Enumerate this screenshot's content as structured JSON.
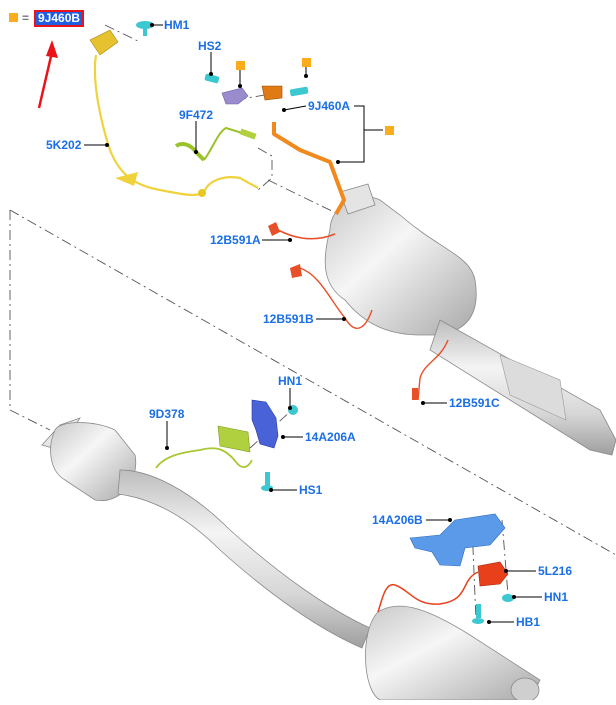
{
  "diagram": {
    "title": "Exhaust system exploded view",
    "legend": {
      "symbol": "orange-square",
      "equals": "=",
      "code": "9J460B",
      "highlight_border_color": "#e8141a",
      "highlight_fill_color": "#1f5fe0"
    },
    "colors": {
      "label": "#1a6ee6",
      "marker": "#fbac1c",
      "arrow": "#e8141a",
      "leader": "#000000"
    },
    "labels": [
      {
        "id": "HM1",
        "text": "HM1"
      },
      {
        "id": "HS2",
        "text": "HS2"
      },
      {
        "id": "9J460A",
        "text": "9J460A"
      },
      {
        "id": "9F472",
        "text": "9F472"
      },
      {
        "id": "5K202",
        "text": "5K202"
      },
      {
        "id": "12B591A",
        "text": "12B591A"
      },
      {
        "id": "12B591B",
        "text": "12B591B"
      },
      {
        "id": "12B591C",
        "text": "12B591C"
      },
      {
        "id": "HN1_a",
        "text": "HN1"
      },
      {
        "id": "9D378",
        "text": "9D378"
      },
      {
        "id": "14A206A",
        "text": "14A206A"
      },
      {
        "id": "HS1",
        "text": "HS1"
      },
      {
        "id": "14A206B",
        "text": "14A206B"
      },
      {
        "id": "5L216",
        "text": "5L216"
      },
      {
        "id": "HN1_b",
        "text": "HN1"
      },
      {
        "id": "HB1",
        "text": "HB1"
      }
    ],
    "parts": [
      {
        "name": "heat-shield-connector",
        "color": "#e6c230"
      },
      {
        "name": "wiring-harness-5K202",
        "color": "#f0d23c"
      },
      {
        "name": "sensor-9F472",
        "color": "#9cc22a"
      },
      {
        "name": "pipe-9J460A",
        "color": "#f08a1e"
      },
      {
        "name": "bracket-small",
        "color": "#9a8ccc"
      },
      {
        "name": "catalytic-converter-upper",
        "color": "#d8d8d8"
      },
      {
        "name": "sensor-12B591",
        "color": "#e8502a"
      },
      {
        "name": "catalytic-converter-lower",
        "color": "#d8d8d8"
      },
      {
        "name": "sensor-9D378",
        "color": "#a8c832"
      },
      {
        "name": "bracket-14A206A",
        "color": "#4a62d8"
      },
      {
        "name": "bracket-14A206B",
        "color": "#5a9ae8"
      },
      {
        "name": "module-5L216",
        "color": "#e8401a"
      },
      {
        "name": "fastener",
        "color": "#3cc8d0"
      },
      {
        "name": "muffler",
        "color": "#d4d4d4"
      }
    ]
  }
}
